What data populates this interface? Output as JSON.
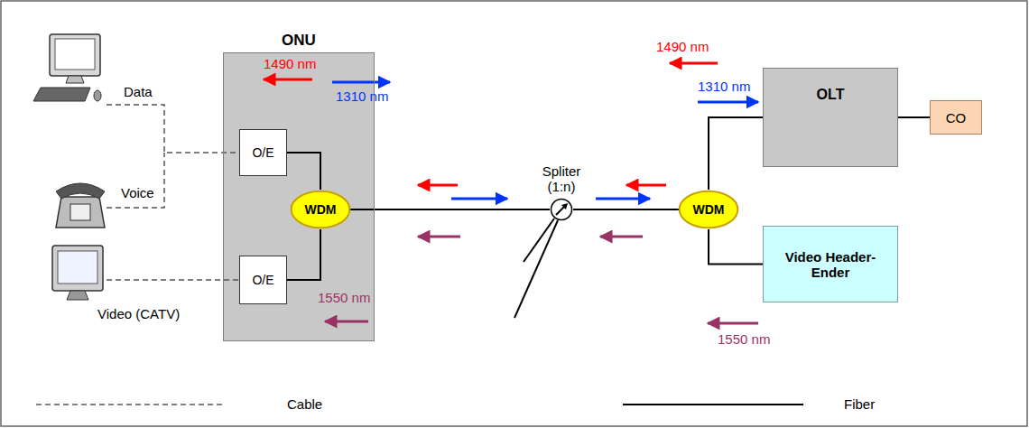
{
  "diagram": {
    "nodes": [
      {
        "text": [
          "ONU"
        ]
      },
      {
        "text": [
          "O/E"
        ],
        "in": 0
      },
      {
        "text": [
          "WDM"
        ],
        "in": 0
      },
      {
        "text": [
          "O/E"
        ],
        "in": 0
      },
      {
        "text": [
          "Spliter (1:n)"
        ]
      },
      {
        "text": [
          "WDM"
        ]
      },
      {
        "text": [
          "OLT"
        ]
      },
      {
        "text": [
          "CO"
        ]
      },
      {
        "text": [
          "Video Header-Ender"
        ]
      }
    ],
    "edges": [
      {
        "from": 1,
        "to": 2,
        "arrow": "none"
      },
      {
        "from": 3,
        "to": 2,
        "arrow": "none"
      },
      {
        "from": 2,
        "to": 4,
        "arrow": "none"
      },
      {
        "from": 4,
        "to": 5,
        "arrow": "none"
      },
      {
        "from": 5,
        "to": 6,
        "arrow": "none"
      },
      {
        "from": 5,
        "to": 8,
        "arrow": "none"
      },
      {
        "from": 6,
        "to": 7,
        "arrow": "none"
      }
    ],
    "labels": [
      "Data",
      "Voice",
      "Video (CATV)",
      "1490 nm",
      "1310 nm",
      "1550 nm",
      "1490 nm",
      "1310 nm",
      "1550 nm"
    ],
    "legend": [
      {
        "text": "Cable"
      },
      {
        "text": "Fiber"
      }
    ]
  }
}
